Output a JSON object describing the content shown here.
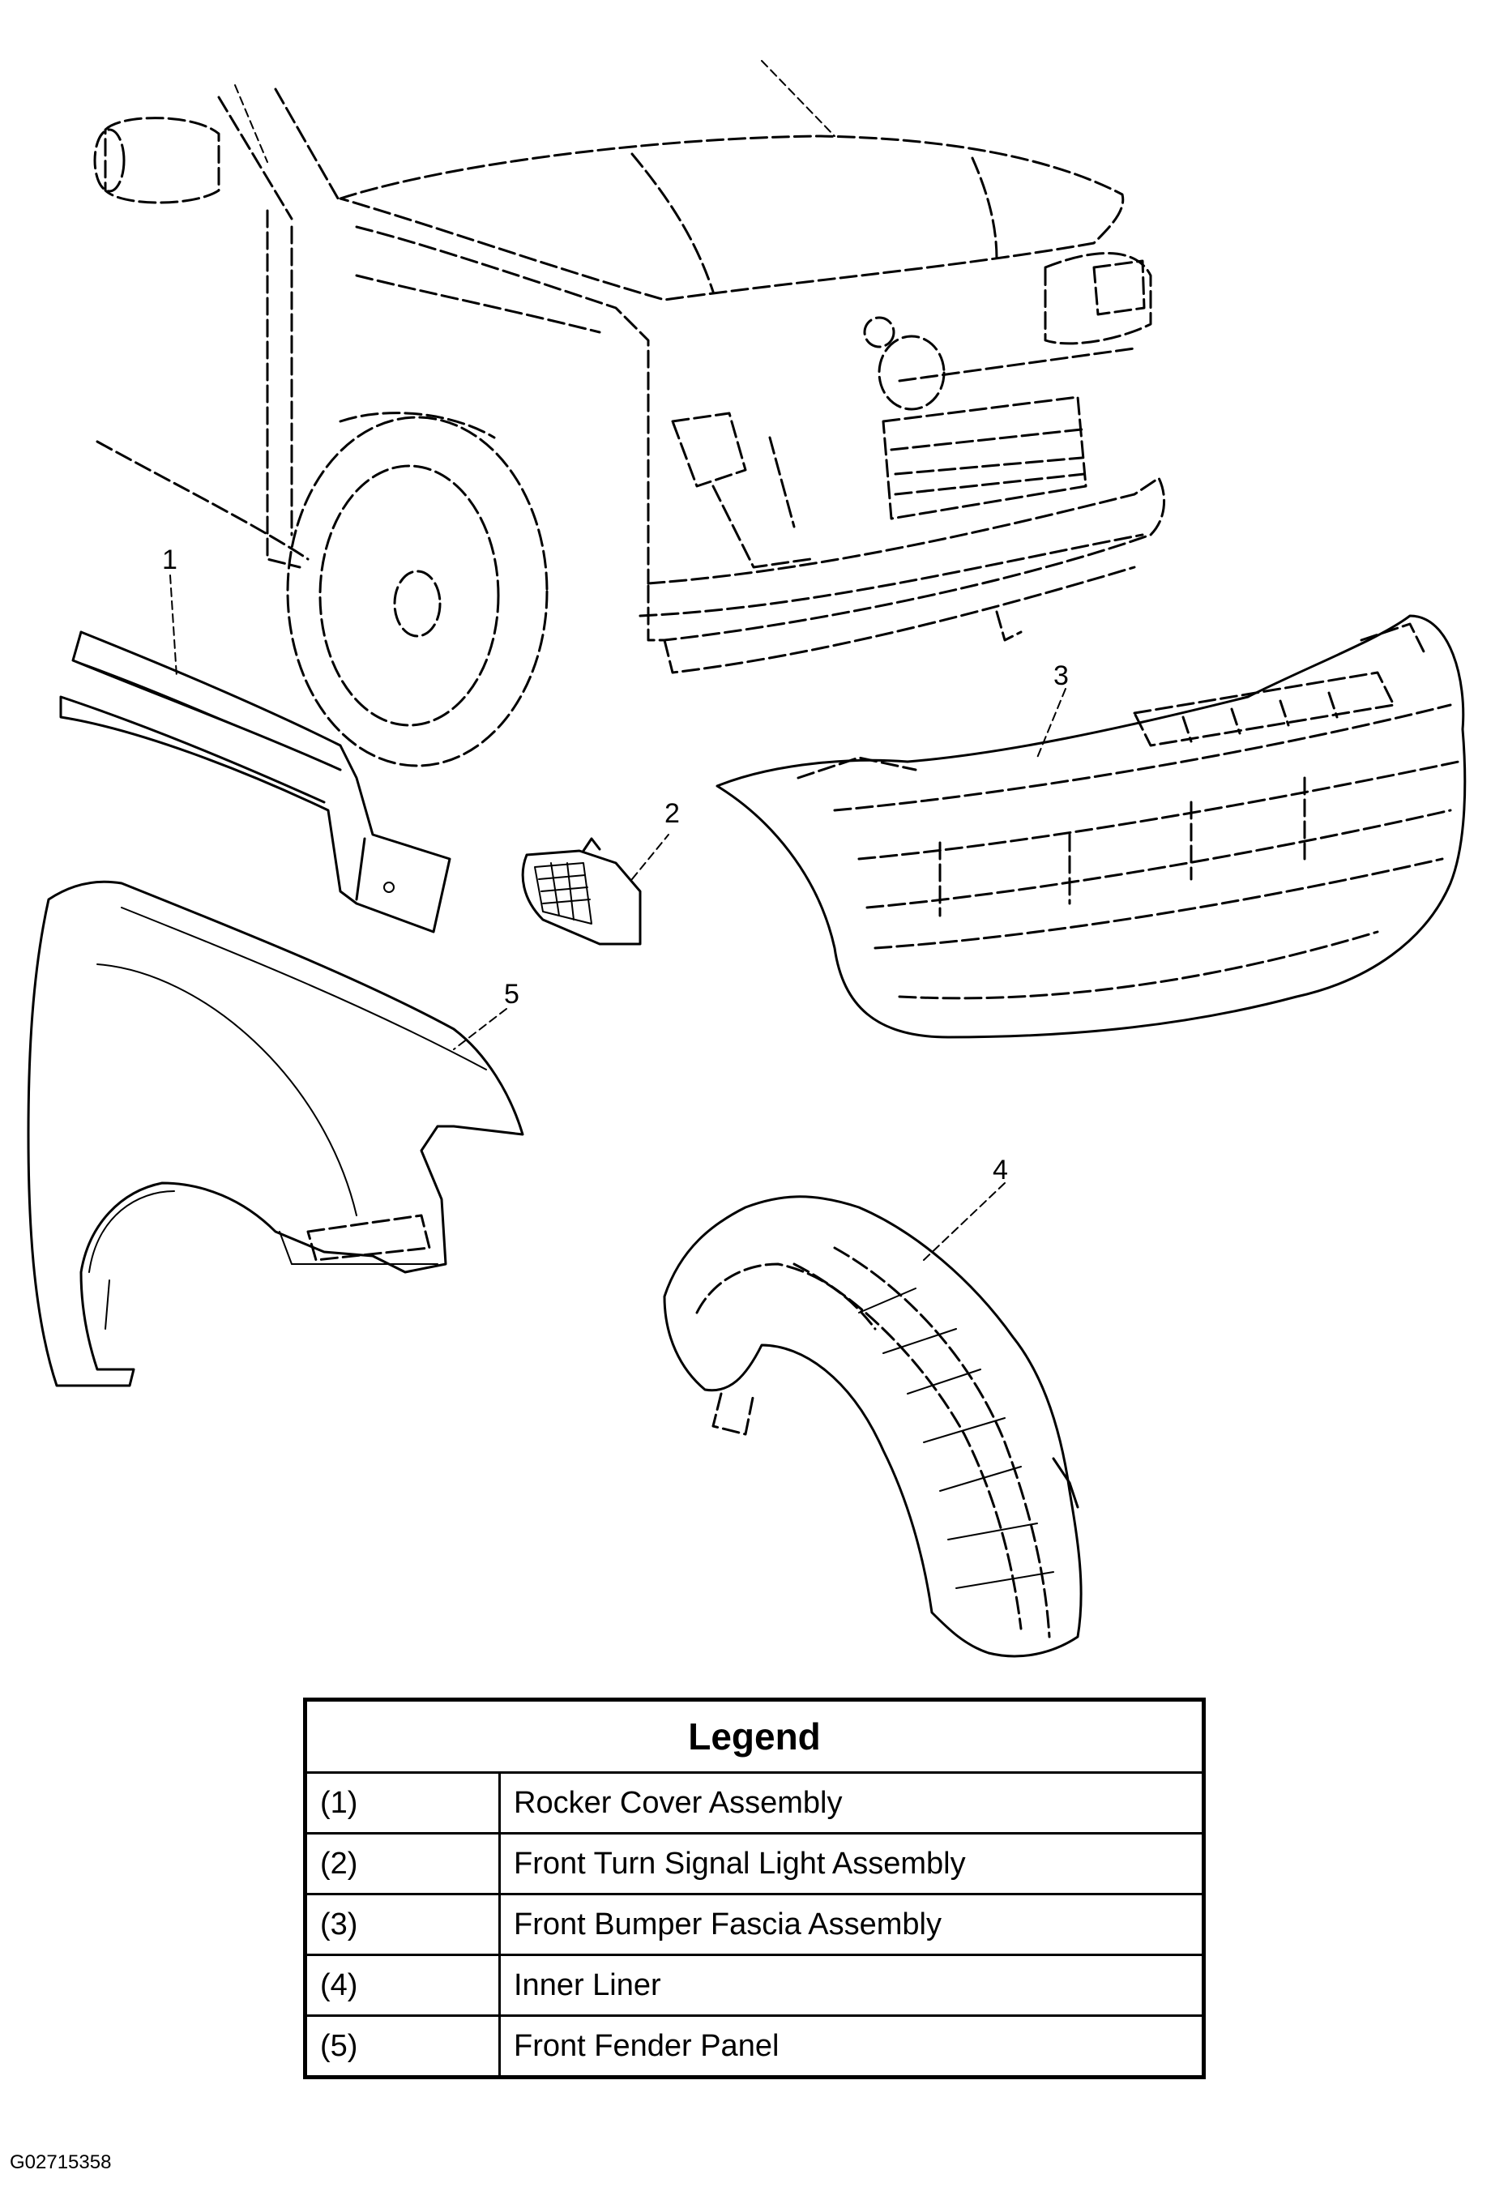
{
  "callouts": [
    "1",
    "2",
    "3",
    "4",
    "5"
  ],
  "legend": {
    "title": "Legend",
    "rows": [
      {
        "num": "(1)",
        "label": "Rocker Cover Assembly"
      },
      {
        "num": "(2)",
        "label": "Front Turn Signal Light Assembly"
      },
      {
        "num": "(3)",
        "label": "Front Bumper Fascia Assembly"
      },
      {
        "num": "(4)",
        "label": "Inner Liner"
      },
      {
        "num": "(5)",
        "label": "Front Fender Panel"
      }
    ]
  },
  "figure_code": "G02715358"
}
